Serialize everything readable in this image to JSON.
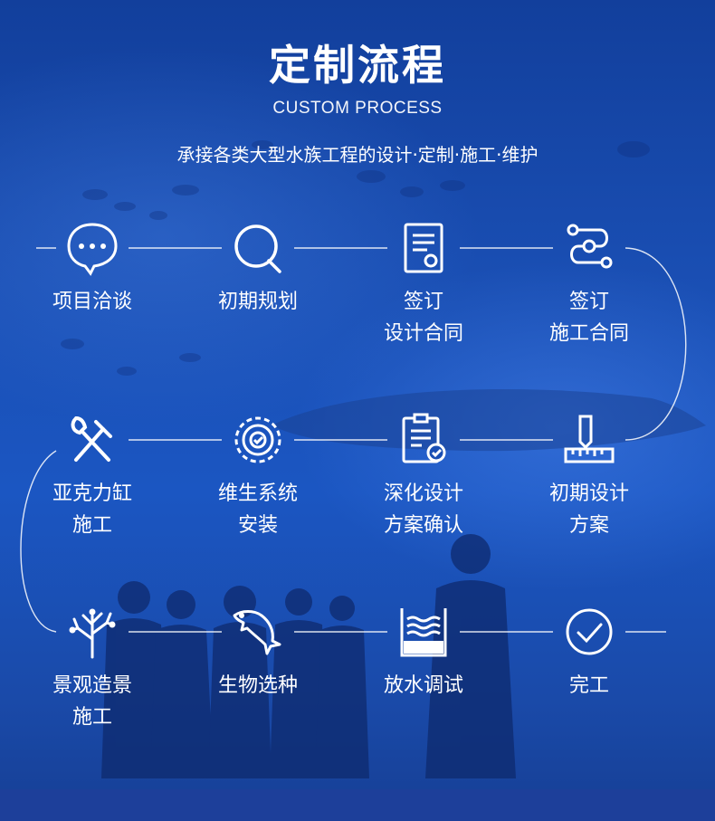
{
  "header": {
    "title": "定制流程",
    "subtitle_en": "CUSTOM PROCESS",
    "slogan": "承接各类大型水族工程的设计·定制·施工·维护"
  },
  "steps": [
    {
      "icon": "chat-bubble-icon",
      "lines": [
        "项目洽谈"
      ]
    },
    {
      "icon": "search-icon",
      "lines": [
        "初期规划"
      ]
    },
    {
      "icon": "contract-document-icon",
      "lines": [
        "签订",
        "设计合同"
      ]
    },
    {
      "icon": "process-path-gear-icon",
      "lines": [
        "签订",
        "施工合同"
      ]
    },
    {
      "icon": "ruler-pencil-icon",
      "lines": [
        "初期设计",
        "方案"
      ]
    },
    {
      "icon": "checklist-icon",
      "lines": [
        "深化设计",
        "方案确认"
      ]
    },
    {
      "icon": "gear-icon",
      "lines": [
        "维生系统",
        "安装"
      ]
    },
    {
      "icon": "hammer-wrench-icon",
      "lines": [
        "亚克力缸",
        "施工"
      ]
    },
    {
      "icon": "coral-icon",
      "lines": [
        "景观造景",
        "施工"
      ]
    },
    {
      "icon": "dolphin-icon",
      "lines": [
        "生物选种"
      ]
    },
    {
      "icon": "water-tank-icon",
      "lines": [
        "放水调试"
      ]
    },
    {
      "icon": "check-circle-icon",
      "lines": [
        "完工"
      ]
    }
  ]
}
